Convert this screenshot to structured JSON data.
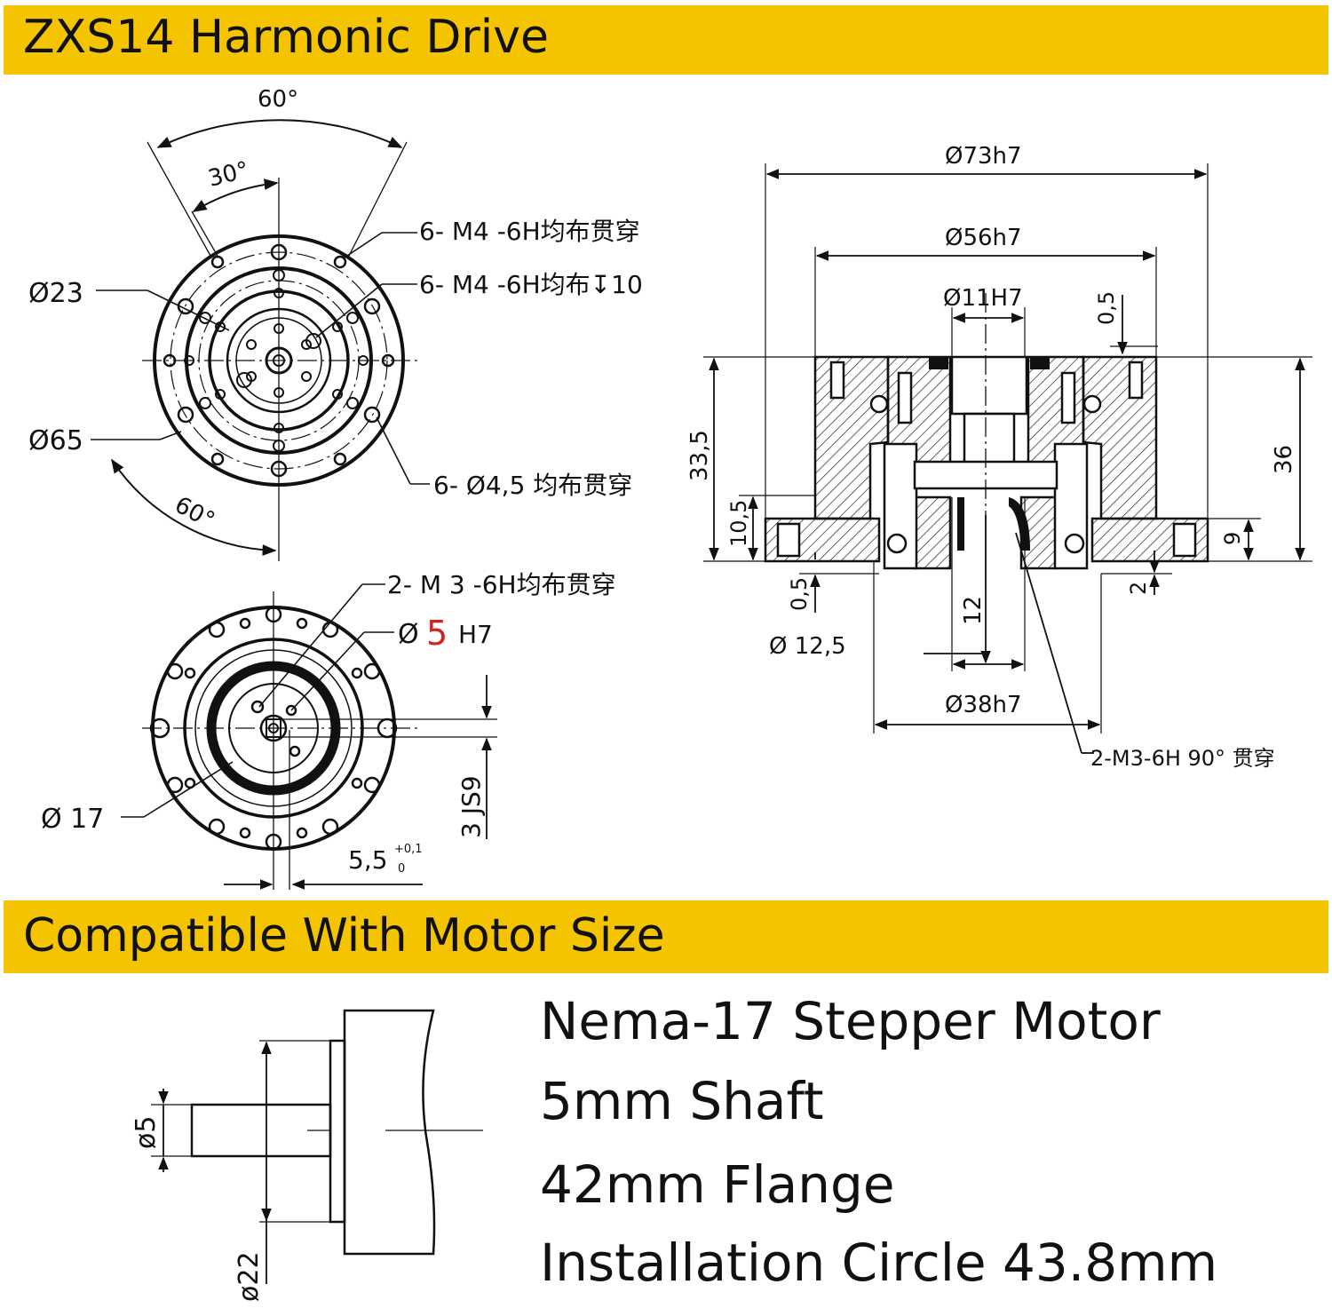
{
  "header": {
    "title": "ZXS14 Harmonic Drive"
  },
  "front_view": {
    "angle_top_outer": "60°",
    "angle_top_inner": "30°",
    "angle_bottom": "60°",
    "dia_inner": "Ø23",
    "dia_outer": "Ø65",
    "callout_1": "6- M4 -6H均布贯穿",
    "callout_2": "6- M4 -6H均布↧10",
    "callout_3": "6- Ø4,5 均布贯穿"
  },
  "rear_view": {
    "callout_threads": "2- M 3 -6H均布贯穿",
    "callout_bore_prefix": "Ø",
    "callout_bore_value": "5",
    "callout_bore_suffix": "H7",
    "dia_hub": "Ø 17",
    "key_width": "3 JS9",
    "key_depth": "5,5",
    "key_tol_upper": "+0,1",
    "key_tol_lower": "0"
  },
  "section_view": {
    "dia_73": "Ø73h7",
    "dia_56": "Ø56h7",
    "dia_11": "Ø11H7",
    "dim_0_5_top": "0,5",
    "height_33_5": "33,5",
    "height_36": "36",
    "height_10_5": "10,5",
    "height_9": "9",
    "dim_0_5_bottom": "0,5",
    "dim_2": "2",
    "dim_12": "12",
    "dia_12_5": "Ø 12,5",
    "dia_38": "Ø38h7",
    "callout_thread": "2-M3-6H 90° 贯穿"
  },
  "motor_section": {
    "title": "Compatible With Motor Size",
    "shaft_dia": "ø5",
    "pilot_dia": "ø22",
    "specs": [
      "Nema-17 Stepper Motor",
      "5mm Shaft",
      "42mm Flange",
      "Installation Circle 43.8mm"
    ]
  },
  "colors": {
    "banner": "#f5c400",
    "highlight": "#d42020",
    "ink": "#111111"
  }
}
